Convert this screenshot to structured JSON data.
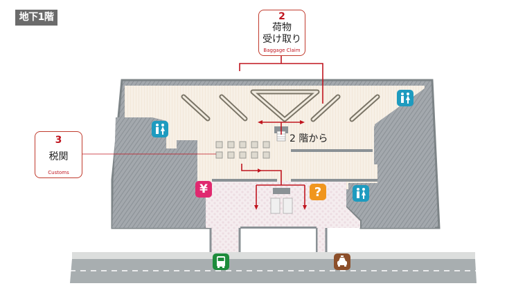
{
  "floor": {
    "label": "地下1階"
  },
  "callouts": {
    "baggage_claim": {
      "number": "2",
      "label_jp_line1": "荷物",
      "label_jp_line2": "受け取り",
      "label_en": "Baggage Claim"
    },
    "customs": {
      "number": "3",
      "label_jp": "税関",
      "label_en": "Customs"
    }
  },
  "map_labels": {
    "from_floor2": "2 階から"
  },
  "icons": [
    {
      "name": "restroom-icon",
      "color": "#1e9bbf",
      "location": "left"
    },
    {
      "name": "restroom-icon",
      "color": "#1e9bbf",
      "location": "top-right"
    },
    {
      "name": "restroom-icon",
      "color": "#1e9bbf",
      "location": "right"
    },
    {
      "name": "currency-exchange-icon",
      "color": "#e0286f",
      "glyph": "¥"
    },
    {
      "name": "information-icon",
      "color": "#f0961e",
      "glyph": "?"
    },
    {
      "name": "bus-icon",
      "color": "#1e8c3c"
    },
    {
      "name": "taxi-icon",
      "color": "#8c4f2a"
    }
  ],
  "colors": {
    "accent_red": "#c0151f",
    "wall_gray": "#8c9396",
    "floor_beige": "#f6efe4",
    "arrival_pink": "#f2e6ea",
    "road_gray": "#a8aeb0",
    "sidewalk": "#dcdedd",
    "carousel": "#7a7466"
  }
}
